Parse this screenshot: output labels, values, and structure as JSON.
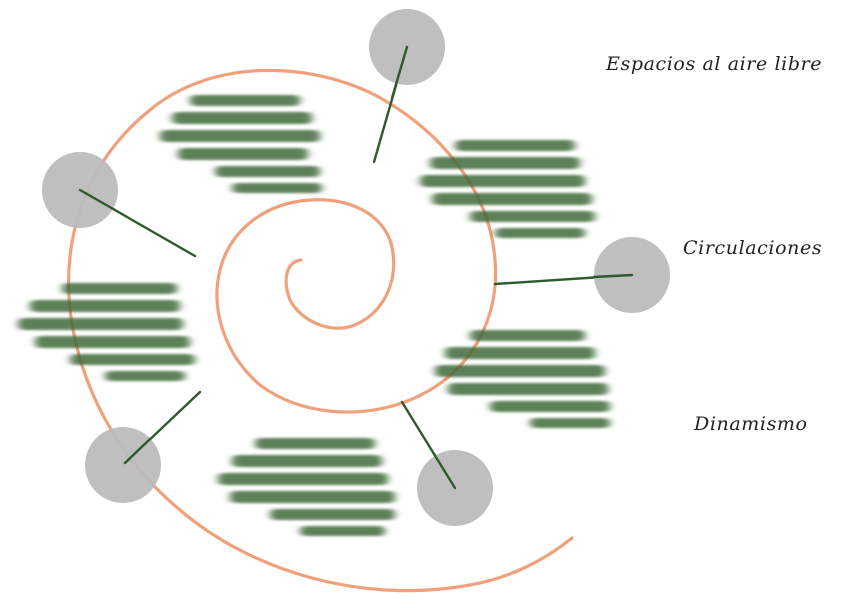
{
  "labels": {
    "outdoor_spaces": "Espacios al aire libre",
    "circulations": "Circulaciones",
    "dynamism": "Dinamismo"
  },
  "colors": {
    "spiral": "#f0a07a",
    "vegetation": "#3f6b3b",
    "circle_fill": "#bcbcbc",
    "connector": "#2f5a2c",
    "text": "#222222"
  },
  "icons": {
    "vegetation": "tree-cluster-icon",
    "node": "circle-node-icon"
  }
}
